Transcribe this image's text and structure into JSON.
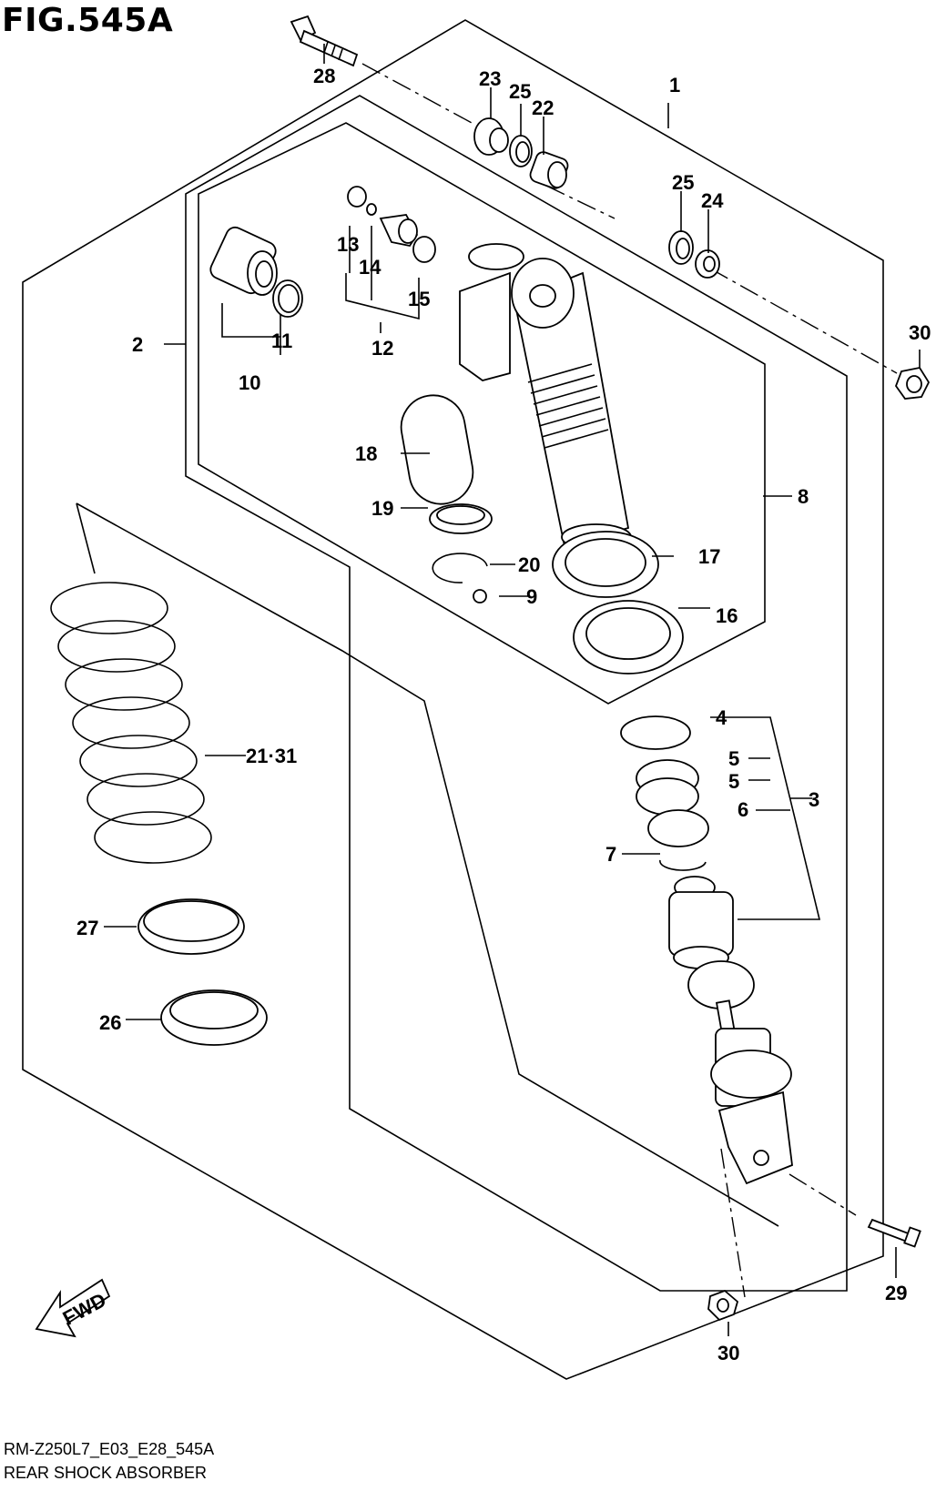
{
  "figure": {
    "title": "FIG.545A",
    "code": "RM-Z250L7_E03_E28_545A",
    "name": "REAR SHOCK ABSORBER",
    "fwd_label": "FWD"
  },
  "callouts": [
    {
      "id": "c1",
      "text": "1"
    },
    {
      "id": "c2",
      "text": "2"
    },
    {
      "id": "c3",
      "text": "3"
    },
    {
      "id": "c4",
      "text": "4"
    },
    {
      "id": "c5a",
      "text": "5"
    },
    {
      "id": "c5b",
      "text": "5"
    },
    {
      "id": "c6",
      "text": "6"
    },
    {
      "id": "c7",
      "text": "7"
    },
    {
      "id": "c8",
      "text": "8"
    },
    {
      "id": "c9",
      "text": "9"
    },
    {
      "id": "c10",
      "text": "10"
    },
    {
      "id": "c11",
      "text": "11"
    },
    {
      "id": "c12",
      "text": "12"
    },
    {
      "id": "c13",
      "text": "13"
    },
    {
      "id": "c14",
      "text": "14"
    },
    {
      "id": "c15",
      "text": "15"
    },
    {
      "id": "c16",
      "text": "16"
    },
    {
      "id": "c17",
      "text": "17"
    },
    {
      "id": "c18",
      "text": "18"
    },
    {
      "id": "c19",
      "text": "19"
    },
    {
      "id": "c20",
      "text": "20"
    },
    {
      "id": "c21",
      "text": "21·31"
    },
    {
      "id": "c22",
      "text": "22"
    },
    {
      "id": "c23",
      "text": "23"
    },
    {
      "id": "c24",
      "text": "24"
    },
    {
      "id": "c25a",
      "text": "25"
    },
    {
      "id": "c25b",
      "text": "25"
    },
    {
      "id": "c26",
      "text": "26"
    },
    {
      "id": "c27",
      "text": "27"
    },
    {
      "id": "c28",
      "text": "28"
    },
    {
      "id": "c29",
      "text": "29"
    },
    {
      "id": "c30a",
      "text": "30"
    },
    {
      "id": "c30b",
      "text": "30"
    }
  ]
}
